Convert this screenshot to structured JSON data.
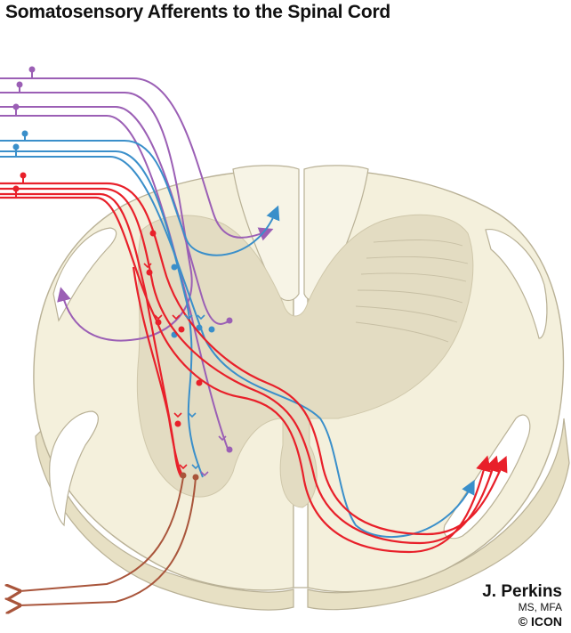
{
  "title": "Somatosensory Afferents to the Spinal Cord",
  "credit": {
    "author": "J. Perkins",
    "degrees": "MS, MFA",
    "copyright": "©",
    "logo": "ICON"
  },
  "colors": {
    "cord_white_matter": "#f4f0dc",
    "cord_gray_matter": "#e3dcc2",
    "cord_side": "#e7e0c4",
    "outline": "#b9b196",
    "afferent_purple": "#9b5fb5",
    "afferent_blue": "#3a8fca",
    "afferent_red": "#e8202a",
    "efferent_brown": "#a9553b"
  },
  "icons": {
    "ganglion": "small-filled-circle",
    "terminal": "y-fork",
    "arrow": "arrowhead"
  }
}
